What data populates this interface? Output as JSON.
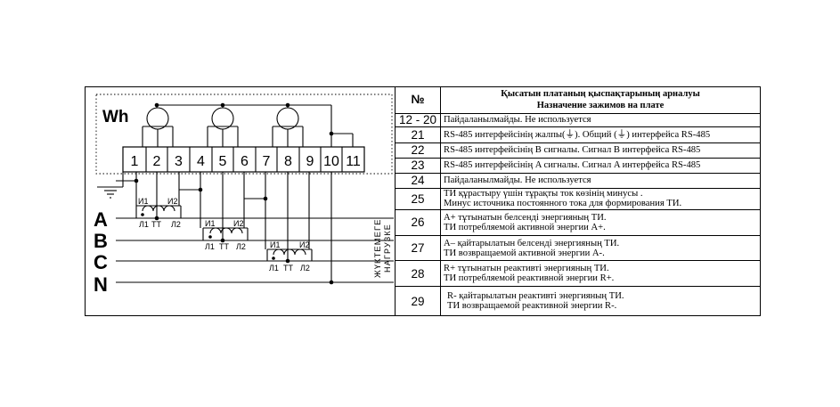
{
  "diagram": {
    "device_label": "Wh",
    "terminals": [
      "1",
      "2",
      "3",
      "4",
      "5",
      "6",
      "7",
      "8",
      "9",
      "10",
      "11"
    ],
    "phase_labels": [
      "A",
      "B",
      "C",
      "N"
    ],
    "ct_winding_labels": {
      "i1": "И1",
      "i2": "И2"
    },
    "ct_terminal_labels": {
      "l1": "Л1",
      "tt": "ТТ",
      "l2": "Л2"
    },
    "load_label_kk": "ЖҮКТЕМЕГЕ",
    "load_label_ru": "НАГРУЗКЕ",
    "colors": {
      "line": "#000000",
      "background": "#ffffff"
    }
  },
  "table": {
    "header": {
      "number": "№",
      "name_kk": "Қысатын платаның қыспақтарының арналуы",
      "name_ru": "Назначение зажимов на плате"
    },
    "rows": [
      {
        "num": "12 - 20",
        "l1": "Пайдаланылмайды. Не используется",
        "l2": ""
      },
      {
        "num": "21",
        "l1": "RS-485 интерфейсінің жалпы(⏚). Общий (⏚) интерфейса RS-485",
        "l2": ""
      },
      {
        "num": "22",
        "l1": "RS-485 интерфейсінің B сигналы. Сигнал B интерфейса RS-485",
        "l2": ""
      },
      {
        "num": "23",
        "l1": "RS-485 интерфейсінің A сигналы. Сигнал A интерфейса RS-485",
        "l2": ""
      },
      {
        "num": "24",
        "l1": "Пайдаланылмайды. Не используется",
        "l2": ""
      },
      {
        "num": "25",
        "l1": "ТИ құрастыру үшін тұрақты ток көзінің минусы .",
        "l2": "Минус источника постоянного тока для формирования ТИ."
      },
      {
        "num": "26",
        "l1": "A+ тұтынатын белсенді энергияның ТИ.",
        "l2": "ТИ потребляемой активной энергии A+."
      },
      {
        "num": "27",
        "l1": "A– қайтарылатын белсенді энергияның ТИ.",
        "l2": "ТИ возвращаемой активной энергии A-."
      },
      {
        "num": "28",
        "l1": "R+ тұтынатын реактивті энергияның ТИ.",
        "l2": "ТИ потребляемой реактивной энергии R+."
      },
      {
        "num": "29",
        "l1": "R- қайтарылатын реактивті энергияның ТИ.",
        "l2": "ТИ возвращаемой реактивной энергии R-."
      }
    ]
  }
}
